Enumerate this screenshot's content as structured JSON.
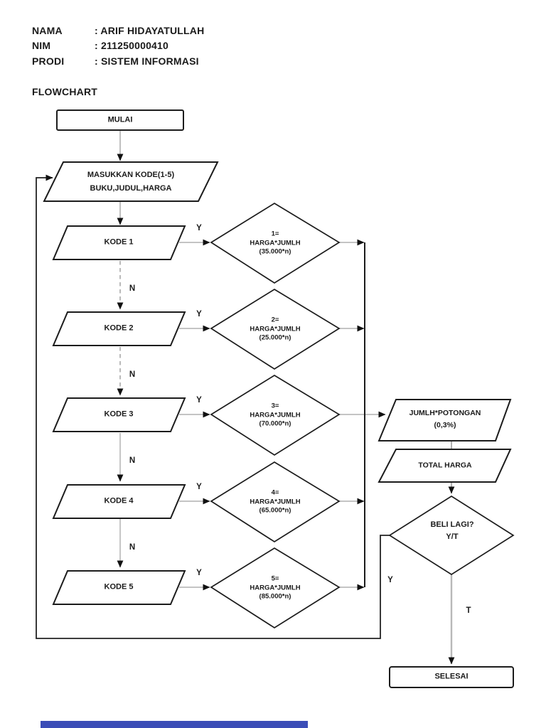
{
  "header": {
    "fields": [
      {
        "label": "NAMA",
        "value": ": ARIF HIDAYATULLAH"
      },
      {
        "label": "NIM",
        "value": ": 211250000410"
      },
      {
        "label": "PRODI",
        "value": ": SISTEM INFORMASI"
      }
    ],
    "section_title": "FLOWCHART"
  },
  "flowchart": {
    "start_label": "MULAI",
    "input_step": {
      "line1": "MASUKKAN KODE(1-5)",
      "line2": "BUKU,JUDUL,HARGA"
    },
    "kode_steps": [
      {
        "label": "KODE 1",
        "yes_label": "Y",
        "no_label": "N",
        "decision": {
          "line1": "1=",
          "line2": "HARGA*JUMLH",
          "line3": "(35.000*n)"
        }
      },
      {
        "label": "KODE 2",
        "yes_label": "Y",
        "no_label": "N",
        "decision": {
          "line1": "2=",
          "line2": "HARGA*JUMLH",
          "line3": "(25.000*n)"
        }
      },
      {
        "label": "KODE 3",
        "yes_label": "Y",
        "no_label": "N",
        "decision": {
          "line1": "3=",
          "line2": "HARGA*JUMLH",
          "line3": "(70.000*n)"
        }
      },
      {
        "label": "KODE 4",
        "yes_label": "Y",
        "no_label": "N",
        "decision": {
          "line1": "4=",
          "line2": "HARGA*JUMLH",
          "line3": "(65.000*n)"
        }
      },
      {
        "label": "KODE 5",
        "yes_label": "Y",
        "decision": {
          "line1": "5=",
          "line2": "HARGA*JUMLH",
          "line3": "(85.000*n)"
        }
      }
    ],
    "discount_step": {
      "line1": "JUMLH*POTONGAN",
      "line2": "(0,3%)"
    },
    "total_step": "TOTAL HARGA",
    "buy_again_decision": {
      "line1": "BELI LAGI?",
      "line2": "Y/T",
      "yes_label": "Y",
      "no_label": "T"
    },
    "end_label": "SELESAI"
  },
  "colors": {
    "shape_border": "#1c1c1c",
    "connector_gray": "#b0b0b0",
    "arrowhead": "#111111",
    "text": "#1a1a1a",
    "footer_bar": "#3b4db7",
    "background": "#ffffff"
  }
}
